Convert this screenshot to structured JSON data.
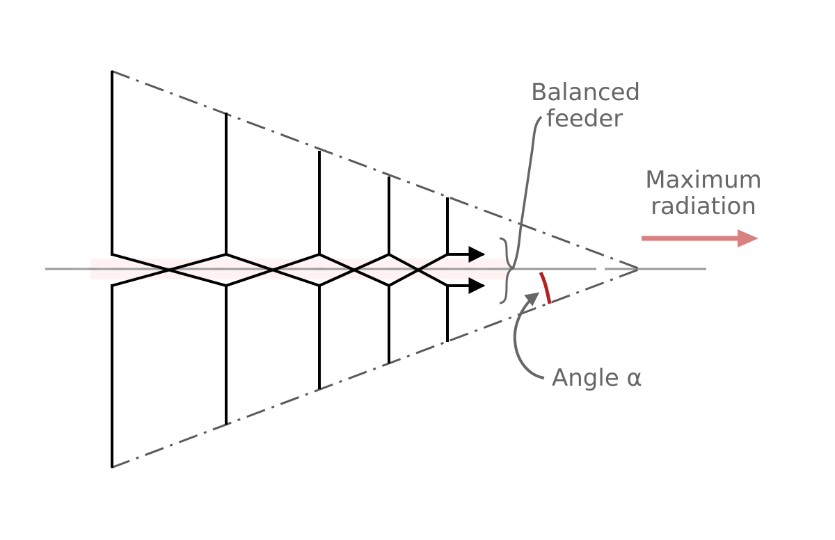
{
  "labels": {
    "balanced_feeder_line1": "Balanced",
    "balanced_feeder_line2": "feeder",
    "max_radiation_line1": "Maximum",
    "max_radiation_line2": "radiation",
    "angle": "Angle α"
  },
  "colors": {
    "element": "#000000",
    "envelope": "#5a5a5a",
    "axis": "#9a9a9a",
    "annotation": "#666666",
    "angle_arc": "#b22222",
    "radiation_arrow": "#d98080",
    "axis_highlight": "#fde8e8"
  }
}
